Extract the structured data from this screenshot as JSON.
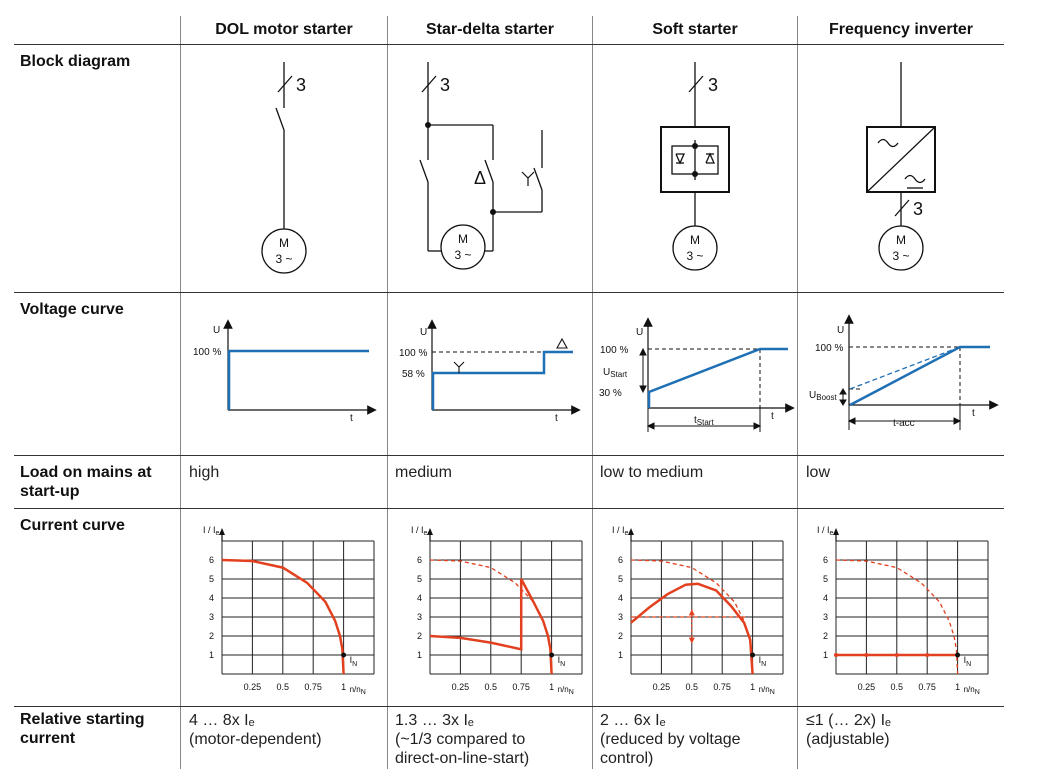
{
  "columns": [
    "DOL motor starter",
    "Star-delta starter",
    "Soft starter",
    "Frequency inverter"
  ],
  "rows": {
    "block_diagram": "Block diagram",
    "voltage_curve": "Voltage curve",
    "load_on_mains": [
      "Load on mains at",
      "start-up"
    ],
    "current_curve": "Current curve",
    "relative_starting_current": [
      "Relative starting",
      "current"
    ]
  },
  "load_values": [
    "high",
    "medium",
    "low to medium",
    "low"
  ],
  "relative_current": [
    [
      "4 … 8x Iₑ",
      "(motor-dependent)"
    ],
    [
      "1.3 … 3x Iₑ",
      "(~1/3 compared to",
      "direct-on-line-start)"
    ],
    [
      "2 … 6x Iₑ",
      "(reduced by voltage",
      "control)"
    ],
    [
      "≤1 (… 2x) Iₑ",
      "(adjustable)"
    ]
  ],
  "block": {
    "phase_count": "3",
    "motor_label_top": "M",
    "motor_label_bottom": "3 ~",
    "delta_symbol": "Δ",
    "star_symbol": "Y"
  },
  "voltage": {
    "u_axis": "U",
    "t_axis": "t",
    "pct_100": "100 %",
    "pct_58": "58 %",
    "pct_30": "30 %",
    "u_start": "U",
    "u_start_sub": "Start",
    "t_start": "t",
    "t_start_sub": "Start",
    "u_boost": "U",
    "u_boost_sub": "Boost",
    "t_acc": "t-acc"
  },
  "current_axes": {
    "y_label": "I / I",
    "y_label_sub": "e",
    "y_ticks": [
      "1",
      "2",
      "3",
      "4",
      "5",
      "6"
    ],
    "x_ticks": [
      "0.25",
      "0.5",
      "0.75",
      "1"
    ],
    "x_label": "n/n",
    "x_label_sub": "N",
    "in_label": "I",
    "in_label_sub": "N"
  },
  "colors": {
    "blue": "#1f6fb5",
    "red": "#e2401f",
    "grid": "#222222",
    "rule": "#777777"
  }
}
